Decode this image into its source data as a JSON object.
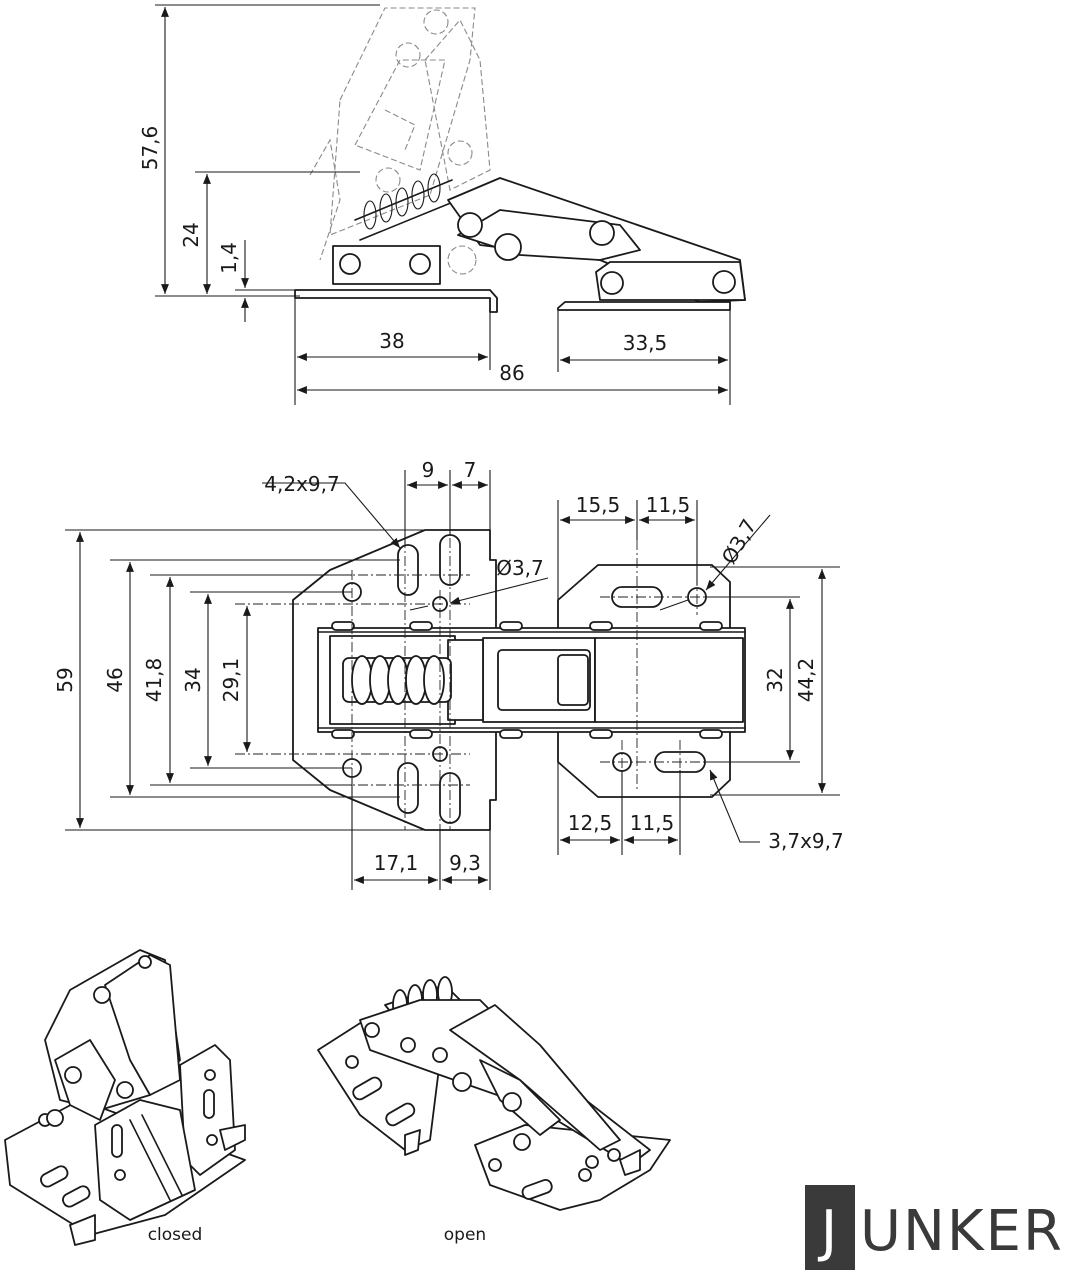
{
  "side_view": {
    "dims": [
      "57,6",
      "24",
      "1,4",
      "38",
      "33,5",
      "86"
    ]
  },
  "top_view": {
    "dims": [
      "9",
      "7",
      "4,2x9,7",
      "15,5",
      "11,5",
      "Ø3,7",
      "Ø3,7",
      "59",
      "46",
      "41,8",
      "34",
      "29,1",
      "32",
      "44,2",
      "12,5",
      "11,5",
      "3,7x9,7",
      "17,1",
      "9,3"
    ]
  },
  "captions": {
    "closed": "closed",
    "open": "open"
  },
  "brand": {
    "logo_text": "UNKER",
    "logo_initial": "J"
  }
}
